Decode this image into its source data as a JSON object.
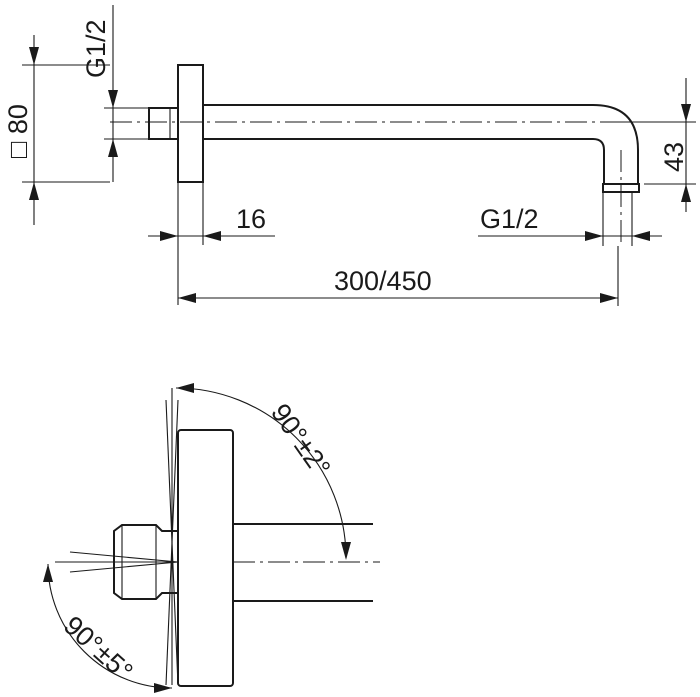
{
  "dims": {
    "square_symbol": "□",
    "square": "80",
    "thread_wall": "G1/2",
    "flange_depth": "16",
    "thread_outlet": "G1/2",
    "drop": "43",
    "length": "300/450"
  },
  "angles": {
    "upper": "90°±2°",
    "lower": "90°±5°"
  }
}
